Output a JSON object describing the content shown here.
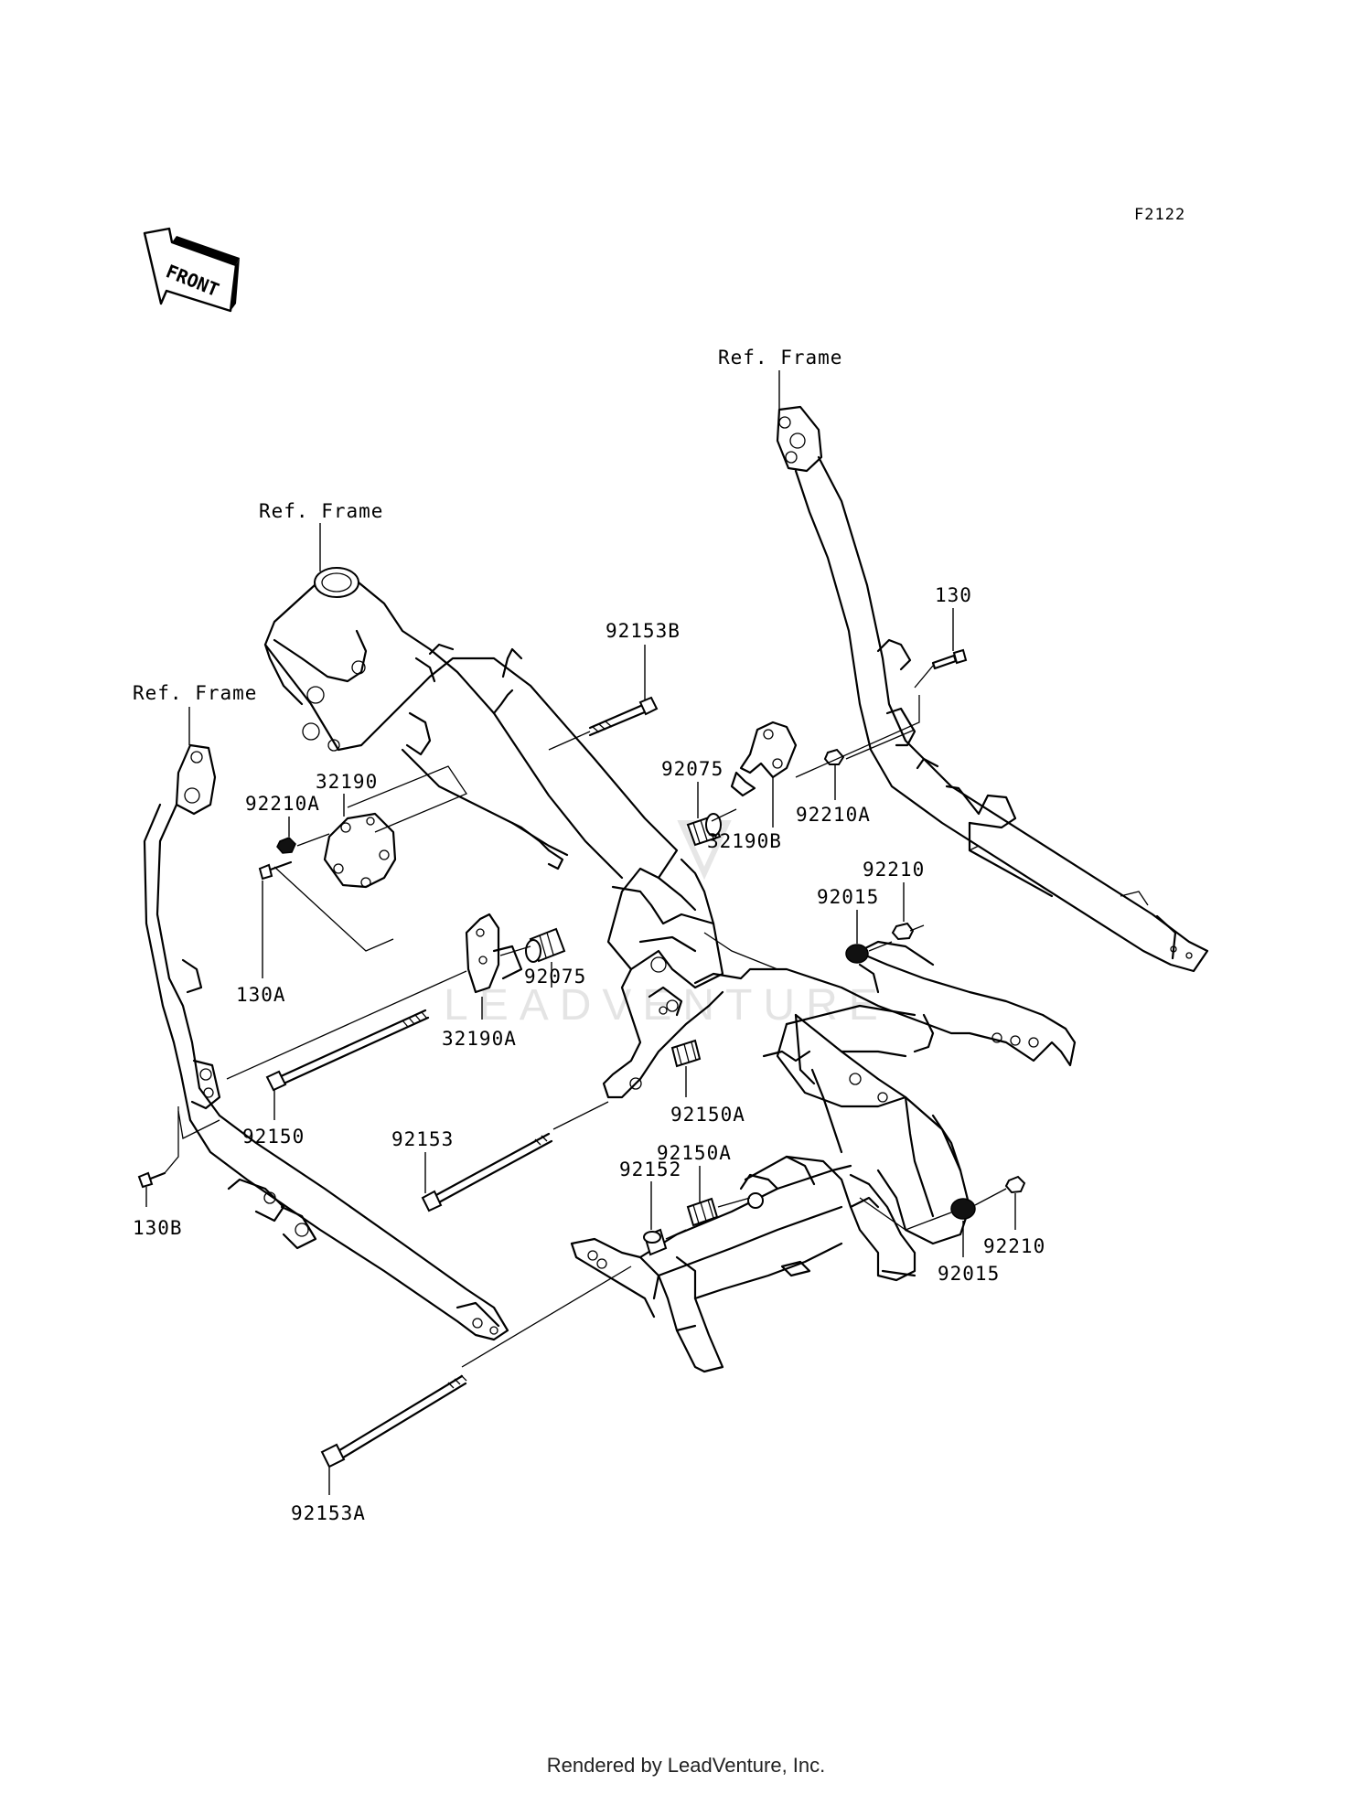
{
  "diagram": {
    "code": "F2122",
    "direction_label": "FRONT",
    "ref_labels": [
      "Ref. Frame",
      "Ref. Frame",
      "Ref. Frame"
    ],
    "parts": {
      "p92153B": "92153B",
      "p130": "130",
      "p92075_top": "92075",
      "p92210A_right": "92210A",
      "p32190B": "32190B",
      "p92210_upper": "92210",
      "p92015_upper": "92015",
      "p32190": "32190",
      "p92210A_left": "92210A",
      "p130A": "130A",
      "p92075_mid": "92075",
      "p32190A": "32190A",
      "p92150A_mid": "92150A",
      "p92150": "92150",
      "p92153": "92153",
      "p92150A_low": "92150A",
      "p92152": "92152",
      "p130B": "130B",
      "p92210_lower": "92210",
      "p92015_lower": "92015",
      "p92153A": "92153A"
    },
    "watermark": "LEADVENTURE",
    "footer": "Rendered by LeadVenture, Inc."
  }
}
